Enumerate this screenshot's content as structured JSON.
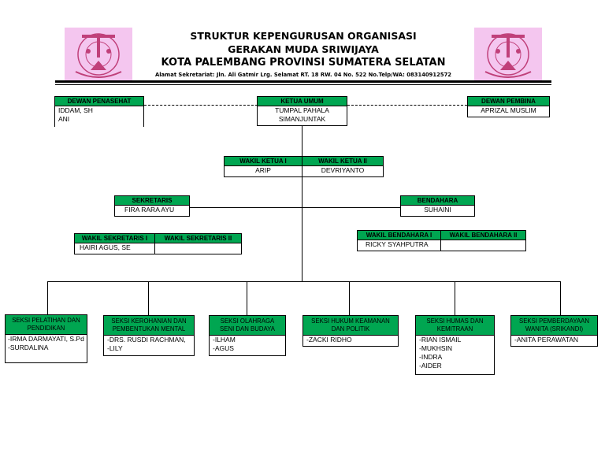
{
  "header": {
    "title1": "STRUKTUR KEPENGURUSAN ORGANISASI",
    "title2": "GERAKAN MUDA SRIWIJAYA",
    "title3": "KOTA PALEMBANG PROVINSI SUMATERA SELATAN",
    "address": "Alamat Sekretariat: Jln. Ali Gatmir Lrg. Selamat RT. 18 RW. 04 No. 522 No.Telp/WA: 083140912572"
  },
  "colors": {
    "header_fill": "#00a651",
    "logo_bg": "#f4c6ef",
    "logo_ink": "#c0407a"
  },
  "logo": {
    "icon": "organization-emblem-icon"
  },
  "nodes": {
    "dewan_penasehat": {
      "title": "DEWAN PENASEHAT",
      "members": [
        "IDDAM, SH",
        "ANI"
      ]
    },
    "ketua_umum": {
      "title": "KETUA UMUM",
      "members": [
        "TUMPAL PAHALA",
        "SIMANJUNTAK"
      ]
    },
    "dewan_pembina": {
      "title": "DEWAN PEMBINA",
      "members": [
        "APRIZAL MUSLIM"
      ]
    },
    "wakil_ketua_1": {
      "title": "WAKIL KETUA  I",
      "members": [
        "ARIP"
      ]
    },
    "wakil_ketua_2": {
      "title": "WAKIL KETUA  II",
      "members": [
        "DEVRIYANTO"
      ]
    },
    "sekretaris": {
      "title": "SEKRETARIS",
      "members": [
        "FIRA  RARA  AYU"
      ]
    },
    "bendahara": {
      "title": "BENDAHARA",
      "members": [
        "SUHAINI"
      ]
    },
    "wakil_sekretaris_1": {
      "title": "WAKIL SEKRETARIS I",
      "members": [
        "HAIRI AGUS, SE"
      ]
    },
    "wakil_sekretaris_2": {
      "title": "WAKIL SEKRETARIS II",
      "members": [
        ""
      ]
    },
    "wakil_bendahara_1": {
      "title": "WAKIL BENDAHARA I",
      "members": [
        "RICKY SYAHPUTRA"
      ]
    },
    "wakil_bendahara_2": {
      "title": "WAKIL BENDAHARA II",
      "members": [
        ""
      ]
    },
    "seksi_pelatihan": {
      "title": "SEKSI PELATIHAN DAN PENDIDIKAN",
      "members": [
        "-IRMA DARMAYATI, S.Pd",
        "-SURDALINA"
      ]
    },
    "seksi_kerohanian": {
      "title": "SEKSI KEROHANIAN DAN PEMBENTUKAN MENTAL",
      "members": [
        "-DRS. RUSDI RACHMAN,",
        "-LILY"
      ]
    },
    "seksi_olahraga": {
      "title": "SEKSI OLAHRAGA SENI DAN BUDAYA",
      "members": [
        "-ILHAM",
        "-AGUS"
      ]
    },
    "seksi_hukum": {
      "title": "SEKSI HUKUM KEAMANAN DAN POLITIK",
      "members": [
        "-ZACKI RIDHO"
      ]
    },
    "seksi_humas": {
      "title": "SEKSI HUMAS DAN KEMITRAAN",
      "members": [
        "-RIAN ISMAIL",
        "-MUKHSIN",
        "-INDRA",
        "-AIDER"
      ]
    },
    "seksi_pemberdayaan": {
      "title": "SEKSI PEMBERDAYAAN WANITA (SRIKANDI)",
      "members": [
        "-ANITA PERAWATAN"
      ]
    }
  }
}
